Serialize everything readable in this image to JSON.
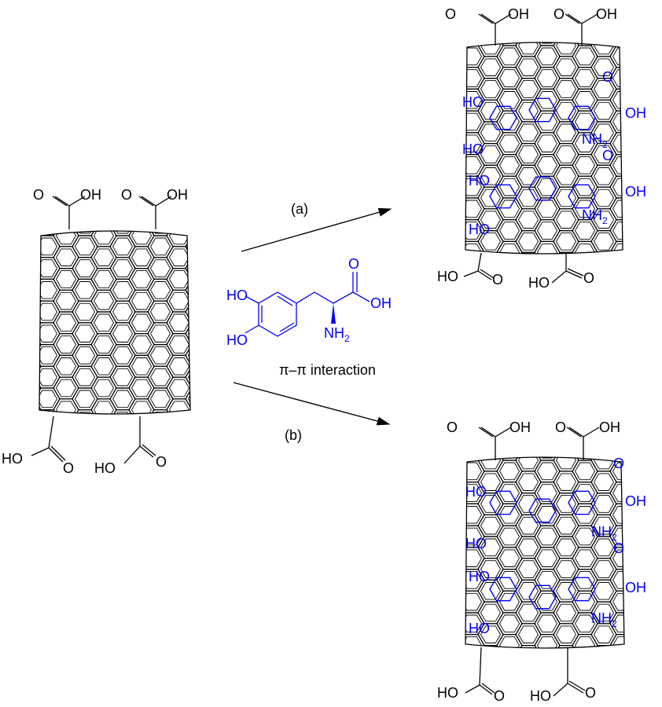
{
  "labels": {
    "o": "O",
    "oh": "OH",
    "ho": "HO",
    "nh": "NH",
    "sub2": "2"
  },
  "reaction": {
    "path_a": "(a)",
    "path_b": "(b)",
    "interaction": "π–π interaction"
  },
  "colors": {
    "bond": "#000000",
    "dopamine": "#0000ff"
  }
}
